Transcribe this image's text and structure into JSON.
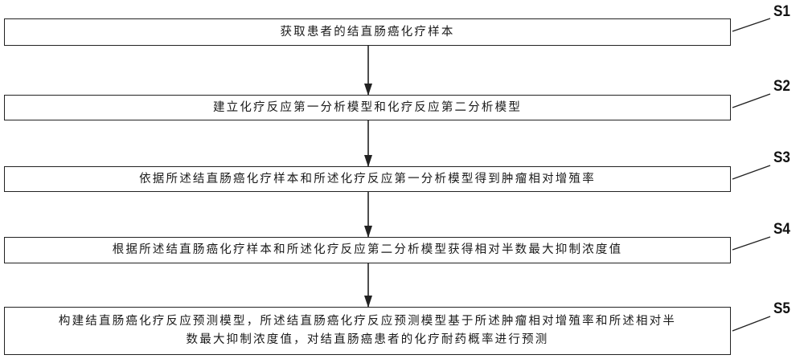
{
  "flowchart": {
    "steps": [
      {
        "id": "S1",
        "label": "S1",
        "text": "获取患者的结直肠癌化疗样本"
      },
      {
        "id": "S2",
        "label": "S2",
        "text": "建立化疗反应第一分析模型和化疗反应第二分析模型"
      },
      {
        "id": "S3",
        "label": "S3",
        "text": "依据所述结直肠癌化疗样本和所述化疗反应第一分析模型得到肿瘤相对增殖率"
      },
      {
        "id": "S4",
        "label": "S4",
        "text": "根据所述结直肠癌化疗样本和所述化疗反应第二分析模型获得相对半数最大抑制浓度值"
      },
      {
        "id": "S5",
        "label": "S5",
        "text_line1": "构建结直肠癌化疗反应预测模型，所述结直肠癌化疗反应预测模型基于所述肿瘤相对增殖率和所述相对半",
        "text_line2": "数最大抑制浓度值，对结直肠癌患者的化疗耐药概率进行预测"
      }
    ],
    "colors": {
      "line": "#222222",
      "text": "#1a1a1a",
      "background": "#ffffff"
    }
  }
}
